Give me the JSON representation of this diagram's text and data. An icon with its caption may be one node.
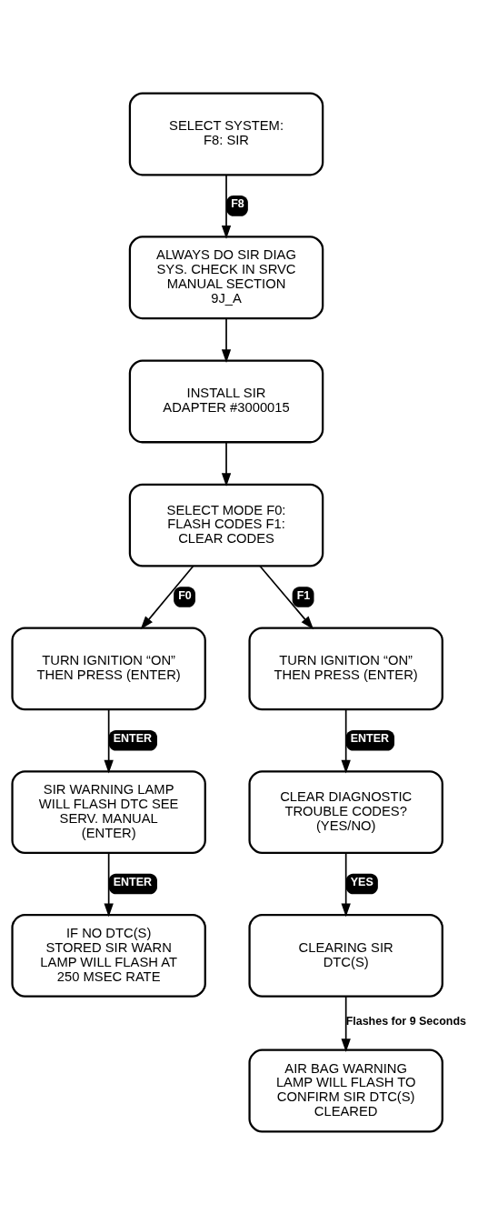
{
  "diagram": {
    "nodes": [
      {
        "text": [
          "SELECT SYSTEM:",
          "F8: SIR"
        ]
      },
      {
        "text": [
          "ALWAYS DO SIR DIAG SYS. CHECK IN SRVC MANUAL SECTION 9J_A"
        ]
      },
      {
        "text": [
          "INSTALL SIR ADAPTER #3000015"
        ]
      },
      {
        "text": [
          "SELECT MODE F0: FLASH CODES F1: CLEAR CODES"
        ]
      },
      {
        "text": [
          "TURN IGNITION “ON” THEN PRESS (ENTER)"
        ]
      },
      {
        "text": [
          "TURN IGNITION “ON” THEN PRESS (ENTER)"
        ]
      },
      {
        "text": [
          "SIR WARNING LAMP WILL FLASH DTC SEE SERV. MANUAL (ENTER)"
        ]
      },
      {
        "text": [
          "CLEAR DIAGNOSTIC TROUBLE CODES? (YES/NO)"
        ]
      },
      {
        "text": [
          "IF NO DTC(S) STORED SIR WARN LAMP WILL FLASH AT 250 MSEC RATE"
        ]
      },
      {
        "text": [
          "CLEARING SIR DTC(S)"
        ]
      },
      {
        "text": [
          "AIR BAG WARNING LAMP WILL FLASH TO CONFIRM SIR DTC(S) CLEARED"
        ]
      }
    ],
    "edges": [
      {
        "from": 0,
        "to": 1,
        "arrow": "to",
        "label": "F8"
      },
      {
        "from": 1,
        "to": 2,
        "arrow": "to"
      },
      {
        "from": 2,
        "to": 3,
        "arrow": "to"
      },
      {
        "from": 3,
        "to": 4,
        "arrow": "to",
        "label": "F0"
      },
      {
        "from": 3,
        "to": 5,
        "arrow": "to",
        "label": "F1"
      },
      {
        "from": 4,
        "to": 6,
        "arrow": "to",
        "label": "ENTER"
      },
      {
        "from": 5,
        "to": 7,
        "arrow": "to",
        "label": "ENTER"
      },
      {
        "from": 6,
        "to": 8,
        "arrow": "to",
        "label": "ENTER"
      },
      {
        "from": 7,
        "to": 9,
        "arrow": "to",
        "label": "YES"
      },
      {
        "from": 9,
        "to": 10,
        "arrow": "to",
        "label": "Flashes for 9 Seconds"
      }
    ]
  }
}
